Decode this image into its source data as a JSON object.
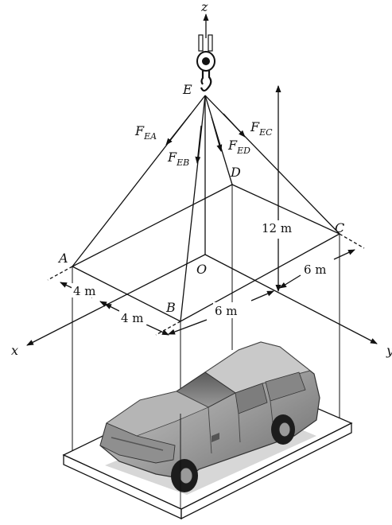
{
  "labels": {
    "z": "z",
    "x": "x",
    "y": "y",
    "E": "E",
    "A": "A",
    "B": "B",
    "C": "C",
    "D": "D",
    "O": "O",
    "F": "F",
    "sub_EA": "EA",
    "sub_EB": "EB",
    "sub_EC": "EC",
    "sub_ED": "ED"
  },
  "dimensions": {
    "height": "12 m",
    "a_left": "4 m",
    "a_right": "4 m",
    "b_six": "6 m",
    "c_six": "6 m"
  }
}
